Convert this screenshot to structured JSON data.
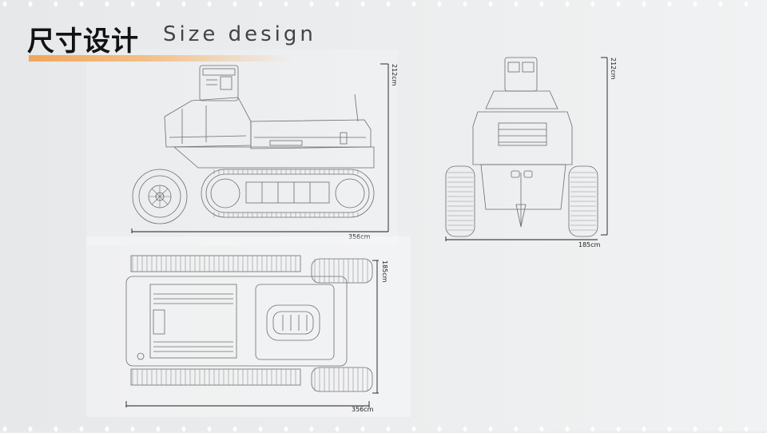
{
  "header": {
    "title_cn": "尺寸设计",
    "title_en": "Size design"
  },
  "colors": {
    "accent": "#f0a65a",
    "background": "#e9ebec",
    "line_art": "#6a6d70",
    "dimension_line": "#1a1a1a"
  },
  "views": {
    "side": {
      "height_label": "212cm",
      "length_label": "356cm"
    },
    "front": {
      "height_label": "212cm",
      "width_label": "185cm"
    },
    "top": {
      "width_label": "185cm",
      "length_label": "356cm"
    }
  }
}
